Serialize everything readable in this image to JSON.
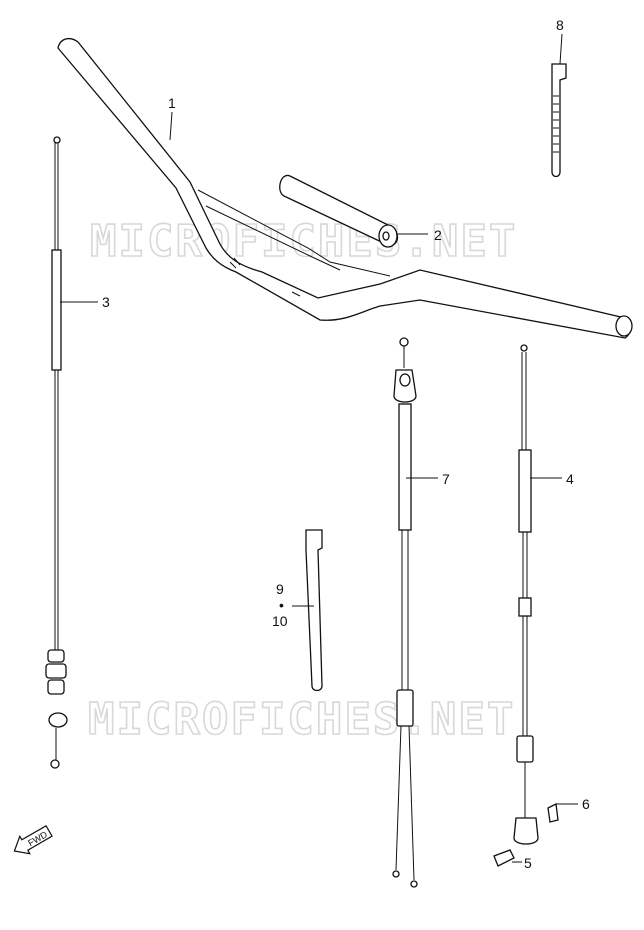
{
  "watermarks": [
    "MICROFICHES.NET",
    "MICROFICHES.NET"
  ],
  "callouts": {
    "c1": "1",
    "c2": "2",
    "c3": "3",
    "c4": "4",
    "c5": "5",
    "c6": "6",
    "c7": "7",
    "c8": "8",
    "c9": "9",
    "c9_sep": "•",
    "c10": "10"
  },
  "fwd_label": "FWD",
  "icons": {
    "fwd": "fwd-arrow-icon"
  }
}
